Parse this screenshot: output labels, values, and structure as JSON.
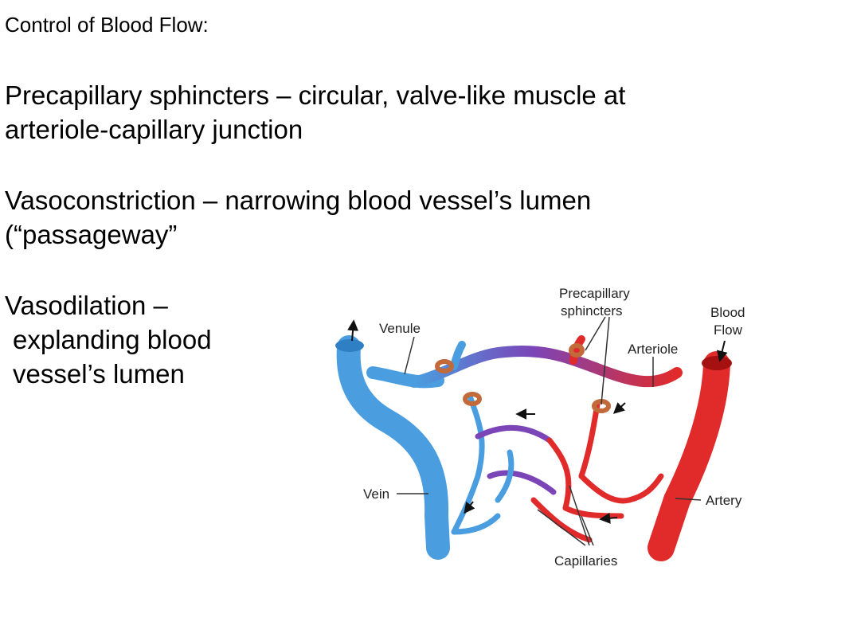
{
  "slide": {
    "heading": "Control of Blood Flow:",
    "items": [
      {
        "lines": [
          "Precapillary sphincters – circular, valve-like muscle at",
          "arteriole-capillary junction"
        ]
      },
      {
        "lines": [
          "Vasoconstriction – narrowing blood vessel’s lumen",
          "(“passageway”"
        ]
      },
      {
        "lines": [
          "Vasodilation –",
          "explanding blood",
          "vessel’s lumen"
        ]
      }
    ]
  },
  "diagram": {
    "labels": {
      "venule": "Venule",
      "precapillary_1": "Precapillary",
      "precapillary_2": "sphincters",
      "blood_1": "Blood",
      "blood_2": "Flow",
      "arteriole": "Arteriole",
      "vein": "Vein",
      "artery": "Artery",
      "capillaries": "Capillaries"
    },
    "colors": {
      "vein": "#4a9ee0",
      "artery": "#e12a2a",
      "mixed": "#7b45b8",
      "sphincter": "#c26a3a"
    }
  }
}
